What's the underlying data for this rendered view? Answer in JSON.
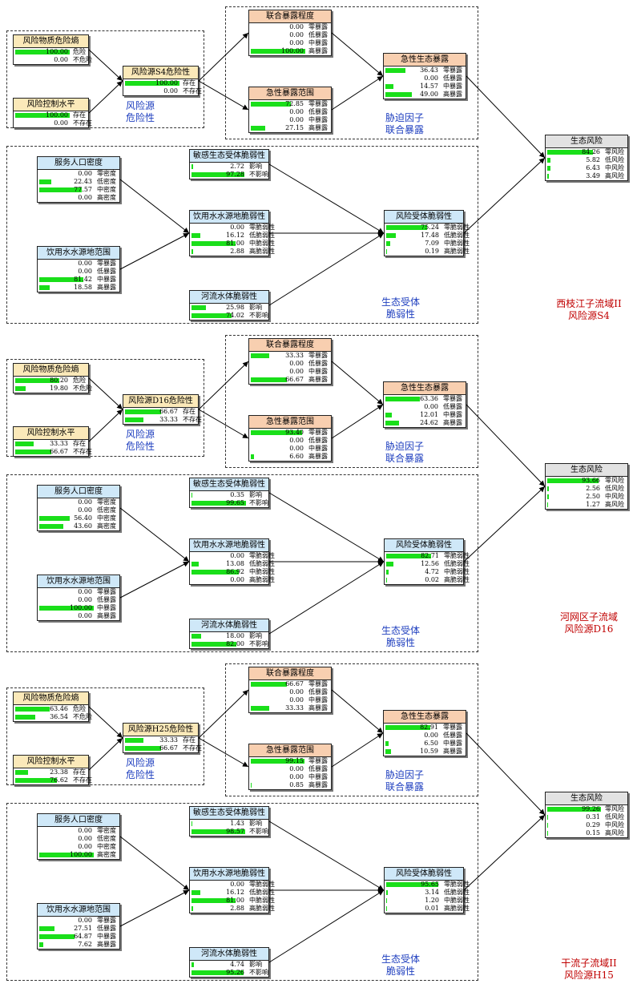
{
  "labels": {
    "risk_source_hazard": [
      "风险源",
      "危险性"
    ],
    "stress_exposure": [
      "胁迫因子",
      "联合暴露"
    ],
    "receptor_vulnerability": [
      "生态受体",
      "脆弱性"
    ]
  },
  "scenarios": [
    {
      "title": [
        "西枝江子流域II",
        "风险源S4"
      ],
      "nodes": {
        "substance": {
          "title": "风险物质危险熵",
          "states": [
            [
              "100.00",
              "危险"
            ],
            [
              "0.00",
              "不危险"
            ]
          ]
        },
        "control": {
          "title": "风险控制水平",
          "states": [
            [
              "100.00",
              "存在"
            ],
            [
              "0.00",
              "不存在"
            ]
          ]
        },
        "source": {
          "title": "风险源S4危险性",
          "states": [
            [
              "100.00",
              "存在"
            ],
            [
              "0.00",
              "不存在"
            ]
          ]
        },
        "joint_degree": {
          "title": "联合暴露程度",
          "states": [
            [
              "0.00",
              "零暴露"
            ],
            [
              "0.00",
              "低暴露"
            ],
            [
              "0.00",
              "中暴露"
            ],
            [
              "100.00",
              "高暴露"
            ]
          ]
        },
        "acute_range": {
          "title": "急性暴露范围",
          "states": [
            [
              "72.85",
              "零暴露"
            ],
            [
              "0.00",
              "低暴露"
            ],
            [
              "0.00",
              "中暴露"
            ],
            [
              "27.15",
              "高暴露"
            ]
          ]
        },
        "acute_eco": {
          "title": "急性生态暴露",
          "states": [
            [
              "36.43",
              "零暴露"
            ],
            [
              "0.00",
              "低暴露"
            ],
            [
              "14.57",
              "中暴露"
            ],
            [
              "49.00",
              "高暴露"
            ]
          ]
        },
        "pop_density": {
          "title": "服务人口密度",
          "states": [
            [
              "0.00",
              "零密度"
            ],
            [
              "22.43",
              "低密度"
            ],
            [
              "77.57",
              "中密度"
            ],
            [
              "0.00",
              "高密度"
            ]
          ]
        },
        "water_range": {
          "title": "饮用水水源地范围",
          "states": [
            [
              "0.00",
              "零暴露"
            ],
            [
              "0.00",
              "低暴露"
            ],
            [
              "81.42",
              "中暴露"
            ],
            [
              "18.58",
              "高暴露"
            ]
          ]
        },
        "sensitive": {
          "title": "敏感生态受体脆弱性",
          "states": [
            [
              "2.72",
              "影响"
            ],
            [
              "97.28",
              "不影响"
            ]
          ]
        },
        "water_vuln": {
          "title": "饮用水水源地脆弱性",
          "states": [
            [
              "0.00",
              "零脆弱性"
            ],
            [
              "16.12",
              "低脆弱性"
            ],
            [
              "81.00",
              "中脆弱性"
            ],
            [
              "2.88",
              "高脆弱性"
            ]
          ]
        },
        "river": {
          "title": "河流水体脆弱性",
          "states": [
            [
              "25.98",
              "影响"
            ],
            [
              "74.02",
              "不影响"
            ]
          ]
        },
        "receptor": {
          "title": "风险受体脆弱性",
          "states": [
            [
              "75.24",
              "零脆弱性"
            ],
            [
              "17.48",
              "低脆弱性"
            ],
            [
              "7.09",
              "中脆弱性"
            ],
            [
              "0.19",
              "高脆弱性"
            ]
          ]
        },
        "eco_risk": {
          "title": "生态风险",
          "states": [
            [
              "84.26",
              "零风险"
            ],
            [
              "5.82",
              "低风险"
            ],
            [
              "6.43",
              "中风险"
            ],
            [
              "3.49",
              "高风险"
            ]
          ]
        }
      }
    },
    {
      "title": [
        "河网区子流域",
        "风险源D16"
      ],
      "nodes": {
        "substance": {
          "title": "风险物质危险熵",
          "states": [
            [
              "80.20",
              "危险"
            ],
            [
              "19.80",
              "不危险"
            ]
          ]
        },
        "control": {
          "title": "风险控制水平",
          "states": [
            [
              "33.33",
              "存在"
            ],
            [
              "66.67",
              "不存在"
            ]
          ]
        },
        "source": {
          "title": "风险源D16危险性",
          "states": [
            [
              "66.67",
              "存在"
            ],
            [
              "33.33",
              "不存在"
            ]
          ]
        },
        "joint_degree": {
          "title": "联合暴露程度",
          "states": [
            [
              "33.33",
              "零暴露"
            ],
            [
              "0.00",
              "低暴露"
            ],
            [
              "0.00",
              "中暴露"
            ],
            [
              "66.67",
              "高暴露"
            ]
          ]
        },
        "acute_range": {
          "title": "急性暴露范围",
          "states": [
            [
              "93.40",
              "零暴露"
            ],
            [
              "0.00",
              "低暴露"
            ],
            [
              "0.00",
              "中暴露"
            ],
            [
              "6.60",
              "高暴露"
            ]
          ]
        },
        "acute_eco": {
          "title": "急性生态暴露",
          "states": [
            [
              "63.36",
              "零暴露"
            ],
            [
              "0.00",
              "低暴露"
            ],
            [
              "12.01",
              "中暴露"
            ],
            [
              "24.62",
              "高暴露"
            ]
          ]
        },
        "pop_density": {
          "title": "服务人口密度",
          "states": [
            [
              "0.00",
              "零密度"
            ],
            [
              "0.00",
              "低密度"
            ],
            [
              "56.40",
              "中密度"
            ],
            [
              "43.60",
              "高密度"
            ]
          ]
        },
        "water_range": {
          "title": "饮用水水源地范围",
          "states": [
            [
              "0.00",
              "零暴露"
            ],
            [
              "0.00",
              "低暴露"
            ],
            [
              "100.00",
              "中暴露"
            ],
            [
              "0.00",
              "高暴露"
            ]
          ]
        },
        "sensitive": {
          "title": "敏感生态受体脆弱性",
          "states": [
            [
              "0.35",
              "影响"
            ],
            [
              "99.65",
              "不影响"
            ]
          ]
        },
        "water_vuln": {
          "title": "饮用水水源地脆弱性",
          "states": [
            [
              "0.00",
              "零脆弱性"
            ],
            [
              "13.08",
              "低脆弱性"
            ],
            [
              "86.92",
              "中脆弱性"
            ],
            [
              "0.00",
              "高脆弱性"
            ]
          ]
        },
        "river": {
          "title": "河流水体脆弱性",
          "states": [
            [
              "18.00",
              "影响"
            ],
            [
              "82.00",
              "不影响"
            ]
          ]
        },
        "receptor": {
          "title": "风险受体脆弱性",
          "states": [
            [
              "82.71",
              "零脆弱性"
            ],
            [
              "12.56",
              "低脆弱性"
            ],
            [
              "4.72",
              "中脆弱性"
            ],
            [
              "0.02",
              "高脆弱性"
            ]
          ]
        },
        "eco_risk": {
          "title": "生态风险",
          "states": [
            [
              "93.66",
              "零风险"
            ],
            [
              "2.56",
              "低风险"
            ],
            [
              "2.50",
              "中风险"
            ],
            [
              "1.27",
              "高风险"
            ]
          ]
        }
      }
    },
    {
      "title": [
        "干流子流域II",
        "风险源H15"
      ],
      "nodes": {
        "substance": {
          "title": "风险物质危险熵",
          "states": [
            [
              "63.46",
              "危险"
            ],
            [
              "36.54",
              "不危险"
            ]
          ]
        },
        "control": {
          "title": "风险控制水平",
          "states": [
            [
              "23.38",
              "存在"
            ],
            [
              "76.62",
              "不存在"
            ]
          ]
        },
        "source": {
          "title": "风险源H25危险性",
          "states": [
            [
              "33.33",
              "存在"
            ],
            [
              "66.67",
              "不存在"
            ]
          ]
        },
        "joint_degree": {
          "title": "联合暴露程度",
          "states": [
            [
              "66.67",
              "零暴露"
            ],
            [
              "0.00",
              "低暴露"
            ],
            [
              "0.00",
              "中暴露"
            ],
            [
              "33.33",
              "高暴露"
            ]
          ]
        },
        "acute_range": {
          "title": "急性暴露范围",
          "states": [
            [
              "99.15",
              "零暴露"
            ],
            [
              "0.00",
              "低暴露"
            ],
            [
              "0.00",
              "中暴露"
            ],
            [
              "0.85",
              "高暴露"
            ]
          ]
        },
        "acute_eco": {
          "title": "急性生态暴露",
          "states": [
            [
              "82.91",
              "零暴露"
            ],
            [
              "0.00",
              "低暴露"
            ],
            [
              "6.50",
              "中暴露"
            ],
            [
              "10.59",
              "高暴露"
            ]
          ]
        },
        "pop_density": {
          "title": "服务人口密度",
          "states": [
            [
              "0.00",
              "零密度"
            ],
            [
              "0.00",
              "低密度"
            ],
            [
              "0.00",
              "中密度"
            ],
            [
              "100.00",
              "高密度"
            ]
          ]
        },
        "water_range": {
          "title": "饮用水水源地范围",
          "states": [
            [
              "0.00",
              "零暴露"
            ],
            [
              "27.51",
              "低暴露"
            ],
            [
              "64.87",
              "中暴露"
            ],
            [
              "7.62",
              "高暴露"
            ]
          ]
        },
        "sensitive": {
          "title": "敏感生态受体脆弱性",
          "states": [
            [
              "1.43",
              "影响"
            ],
            [
              "98.57",
              "不影响"
            ]
          ]
        },
        "water_vuln": {
          "title": "饮用水水源地脆弱性",
          "states": [
            [
              "0.00",
              "零脆弱性"
            ],
            [
              "16.12",
              "低脆弱性"
            ],
            [
              "81.00",
              "中脆弱性"
            ],
            [
              "2.88",
              "高脆弱性"
            ]
          ]
        },
        "river": {
          "title": "河流水体脆弱性",
          "states": [
            [
              "4.74",
              "影响"
            ],
            [
              "95.26",
              "不影响"
            ]
          ]
        },
        "receptor": {
          "title": "风险受体脆弱性",
          "states": [
            [
              "95.65",
              "零脆弱性"
            ],
            [
              "3.14",
              "低脆弱性"
            ],
            [
              "1.20",
              "中脆弱性"
            ],
            [
              "0.01",
              "高脆弱性"
            ]
          ]
        },
        "eco_risk": {
          "title": "生态风险",
          "states": [
            [
              "99.26",
              "零风险"
            ],
            [
              "0.31",
              "低风险"
            ],
            [
              "0.29",
              "中风险"
            ],
            [
              "0.15",
              "高风险"
            ]
          ]
        }
      }
    }
  ],
  "colors": {
    "bar": "#1adf1a",
    "group_label": "#1f3fbf",
    "scenario_label": "#c00000"
  }
}
